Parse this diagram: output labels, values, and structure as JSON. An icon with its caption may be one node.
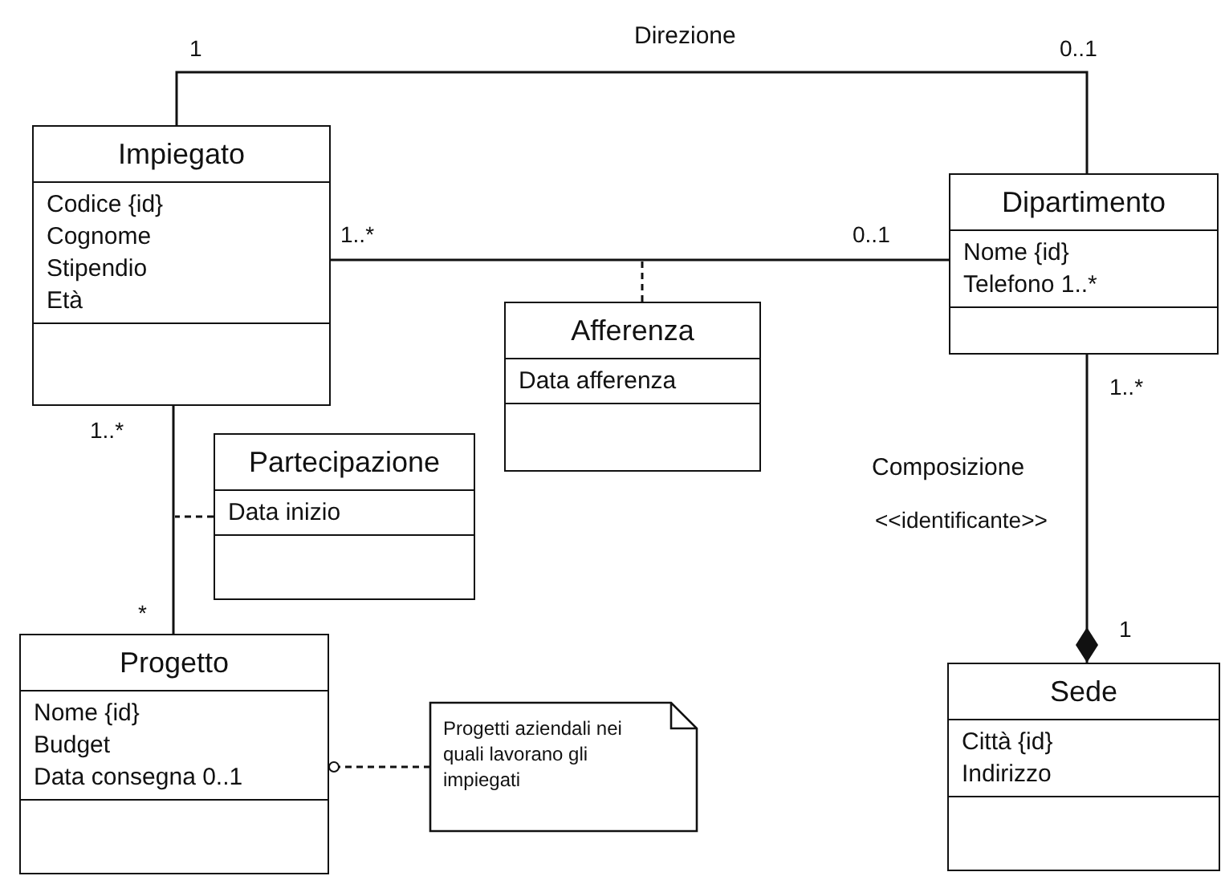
{
  "diagram": {
    "nodes": [
      {
        "text": [
          "Impiegato",
          "Codice {id}",
          "Cognome",
          "Stipendio",
          "Età"
        ]
      },
      {
        "text": [
          "Dipartimento",
          "Nome {id}",
          "Telefono 1..*"
        ]
      },
      {
        "text": [
          "Afferenza",
          "Data afferenza"
        ]
      },
      {
        "text": [
          "Partecipazione",
          "Data inizio"
        ]
      },
      {
        "text": [
          "Progetto",
          "Nome {id}",
          "Budget",
          "Data consegna 0..1"
        ]
      },
      {
        "text": [
          "Progetti aziendali nei quali lavorano gli impiegati"
        ]
      },
      {
        "text": [
          "Sede",
          "Città {id}",
          "Indirizzo"
        ]
      }
    ],
    "edges": [
      {
        "from": 0,
        "to": 1,
        "arrow": "none",
        "label": "Direzione"
      },
      {
        "from": 0,
        "to": 1,
        "arrow": "none"
      },
      {
        "from": 0,
        "to": 4,
        "arrow": "none"
      },
      {
        "from": 1,
        "to": 6,
        "arrow": "other",
        "label": "Composizione"
      },
      {
        "from": 2,
        "to": null,
        "arrow": "none",
        "style": "dashed"
      },
      {
        "from": 3,
        "to": null,
        "arrow": "none",
        "style": "dashed"
      },
      {
        "from": 5,
        "to": 4,
        "arrow": "other",
        "style": "dashed"
      }
    ],
    "labels": [
      "1",
      "0..1",
      "1..*",
      "0..1",
      "1..*",
      "1..*",
      "<<identificante>>",
      "*",
      "1"
    ]
  }
}
